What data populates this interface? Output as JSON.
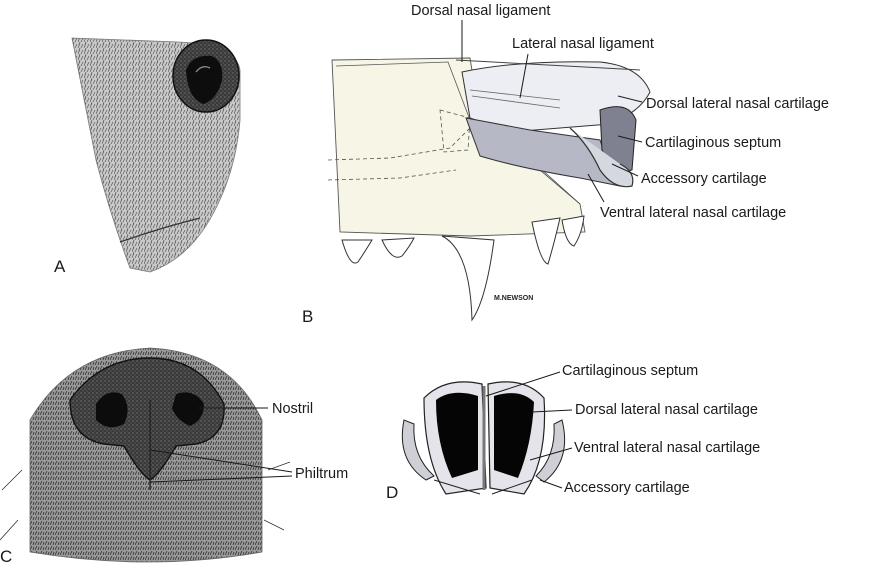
{
  "panels": {
    "a": "A",
    "b": "B",
    "c": "C",
    "d": "D"
  },
  "signature": "M.NEWSON",
  "labels_b": {
    "dorsal_nasal_ligament": "Dorsal nasal ligament",
    "lateral_nasal_ligament": "Lateral nasal ligament",
    "dorsal_lateral_nasal_cartilage": "Dorsal lateral nasal cartilage",
    "cartilaginous_septum": "Cartilaginous septum",
    "accessory_cartilage": "Accessory cartilage",
    "ventral_lateral_nasal_cartilage": "Ventral lateral nasal cartilage"
  },
  "labels_c": {
    "nostril": "Nostril",
    "philtrum": "Philtrum"
  },
  "labels_d": {
    "cartilaginous_septum": "Cartilaginous septum",
    "dorsal_lateral_nasal_cartilage": "Dorsal lateral nasal cartilage",
    "ventral_lateral_nasal_cartilage": "Ventral lateral nasal cartilage",
    "accessory_cartilage": "Accessory cartilage"
  }
}
